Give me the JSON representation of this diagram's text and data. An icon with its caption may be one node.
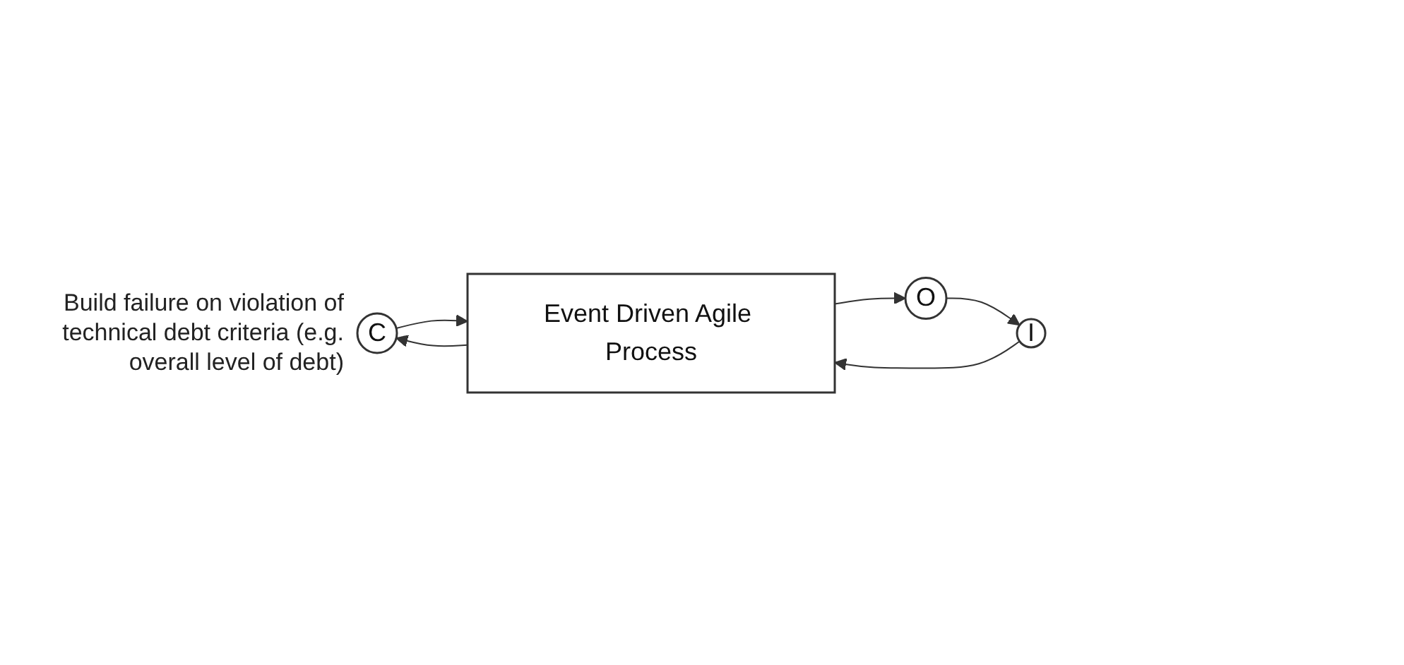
{
  "diagram": {
    "nodes": [
      {
        "text": [
          "C"
        ],
        "beside": [
          "Build failure on violation of technical debt criteria (e.g. overall level of debt)"
        ]
      },
      {
        "text": [
          "Event Driven Agile Process"
        ]
      },
      {
        "text": [
          "I"
        ]
      },
      {
        "text": [
          "O"
        ]
      }
    ],
    "edges": [
      {
        "from": 2,
        "to": 1,
        "arrow": "to"
      },
      {
        "from": 1,
        "to": 3,
        "arrow": "to"
      },
      {
        "from": 1,
        "to": 0,
        "arrow": "to"
      },
      {
        "from": 0,
        "to": 1,
        "arrow": "to"
      },
      {
        "from": 3,
        "to": 2,
        "arrow": "to"
      }
    ]
  }
}
